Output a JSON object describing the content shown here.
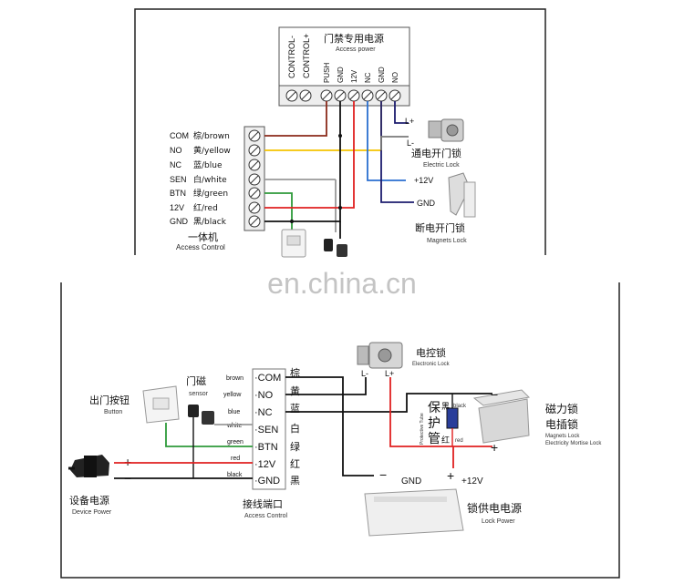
{
  "watermark": "en.china.cn",
  "top": {
    "power_supply": {
      "title_cn": "门禁专用电源",
      "title_en": "Access power",
      "control_labels": [
        "CONTROL-",
        "CONTROL+"
      ],
      "terminal_labels": [
        "PUSH",
        "GND",
        "12V",
        "NC",
        "GND",
        "NO"
      ]
    },
    "access_control": {
      "pins": [
        {
          "code": "COM",
          "cn": "棕/brown"
        },
        {
          "code": "NO",
          "cn": "黄/yellow"
        },
        {
          "code": "NC",
          "cn": "蓝/blue"
        },
        {
          "code": "SEN",
          "cn": "白/white"
        },
        {
          "code": "BTN",
          "cn": "绿/green"
        },
        {
          "code": "12V",
          "cn": "红/red"
        },
        {
          "code": "GND",
          "cn": "黑/black"
        }
      ],
      "title_cn": "一体机",
      "title_en": "Access Control"
    },
    "electric_lock": {
      "title_cn": "通电开门锁",
      "title_en": "Electric Lock",
      "lplus": "L+",
      "lminus": "L-"
    },
    "magnets_lock": {
      "title_cn": "断电开门锁",
      "title_en": "Magnets Lock",
      "plus12": "+12V",
      "gnd": "GND"
    }
  },
  "bottom": {
    "exit_button": {
      "title_cn": "出门按钮",
      "title_en": "Button"
    },
    "door_sensor": {
      "title_cn": "门磁",
      "title_en": "sensor"
    },
    "device_power": {
      "title_cn": "设备电源",
      "title_en": "Device Power",
      "plus": "+",
      "minus": "−"
    },
    "terminal": {
      "rows": [
        {
          "wire": "brown",
          "pin": "·COM",
          "cn": "棕"
        },
        {
          "wire": "yellow",
          "pin": "·NO",
          "cn": "黄"
        },
        {
          "wire": "blue",
          "pin": "·NC",
          "cn": "蓝"
        },
        {
          "wire": "white",
          "pin": "·SEN",
          "cn": "白"
        },
        {
          "wire": "green",
          "pin": "·BTN",
          "cn": "绿"
        },
        {
          "wire": "red",
          "pin": "·12V",
          "cn": "红"
        },
        {
          "wire": "black",
          "pin": "·GND",
          "cn": "黑"
        }
      ],
      "title_cn": "接线端口",
      "title_en": "Access Control"
    },
    "electronic_lock": {
      "title_cn": "电控锁",
      "title_en": "Electronic Lock",
      "lminus": "L-",
      "lplus": "L+"
    },
    "protector": {
      "chars": [
        "保",
        "护",
        "管"
      ],
      "sub": "Protective Tube",
      "black_cn": "黑",
      "black_en": "black",
      "red_cn": "红",
      "red_en": "red"
    },
    "magnetic_lock": {
      "title_cn1": "磁力锁",
      "title_cn2": "电插锁",
      "title_en1": "Magnets Lock",
      "title_en2": "Electricity Mortise Lock",
      "minus": "−",
      "plus": "+"
    },
    "lock_power": {
      "title_cn": "锁供电电源",
      "title_en": "Lock Power",
      "gnd": "GND",
      "minus": "−",
      "plus": "+",
      "v12": "+12V"
    }
  },
  "colors": {
    "brown": "#8b2a1a",
    "yellow": "#f5c400",
    "blue": "#2a6fd0",
    "green": "#2e9a3a",
    "red": "#e02020",
    "black": "#111111",
    "grey": "#7a7a7a",
    "navy": "#1c1c6e"
  }
}
